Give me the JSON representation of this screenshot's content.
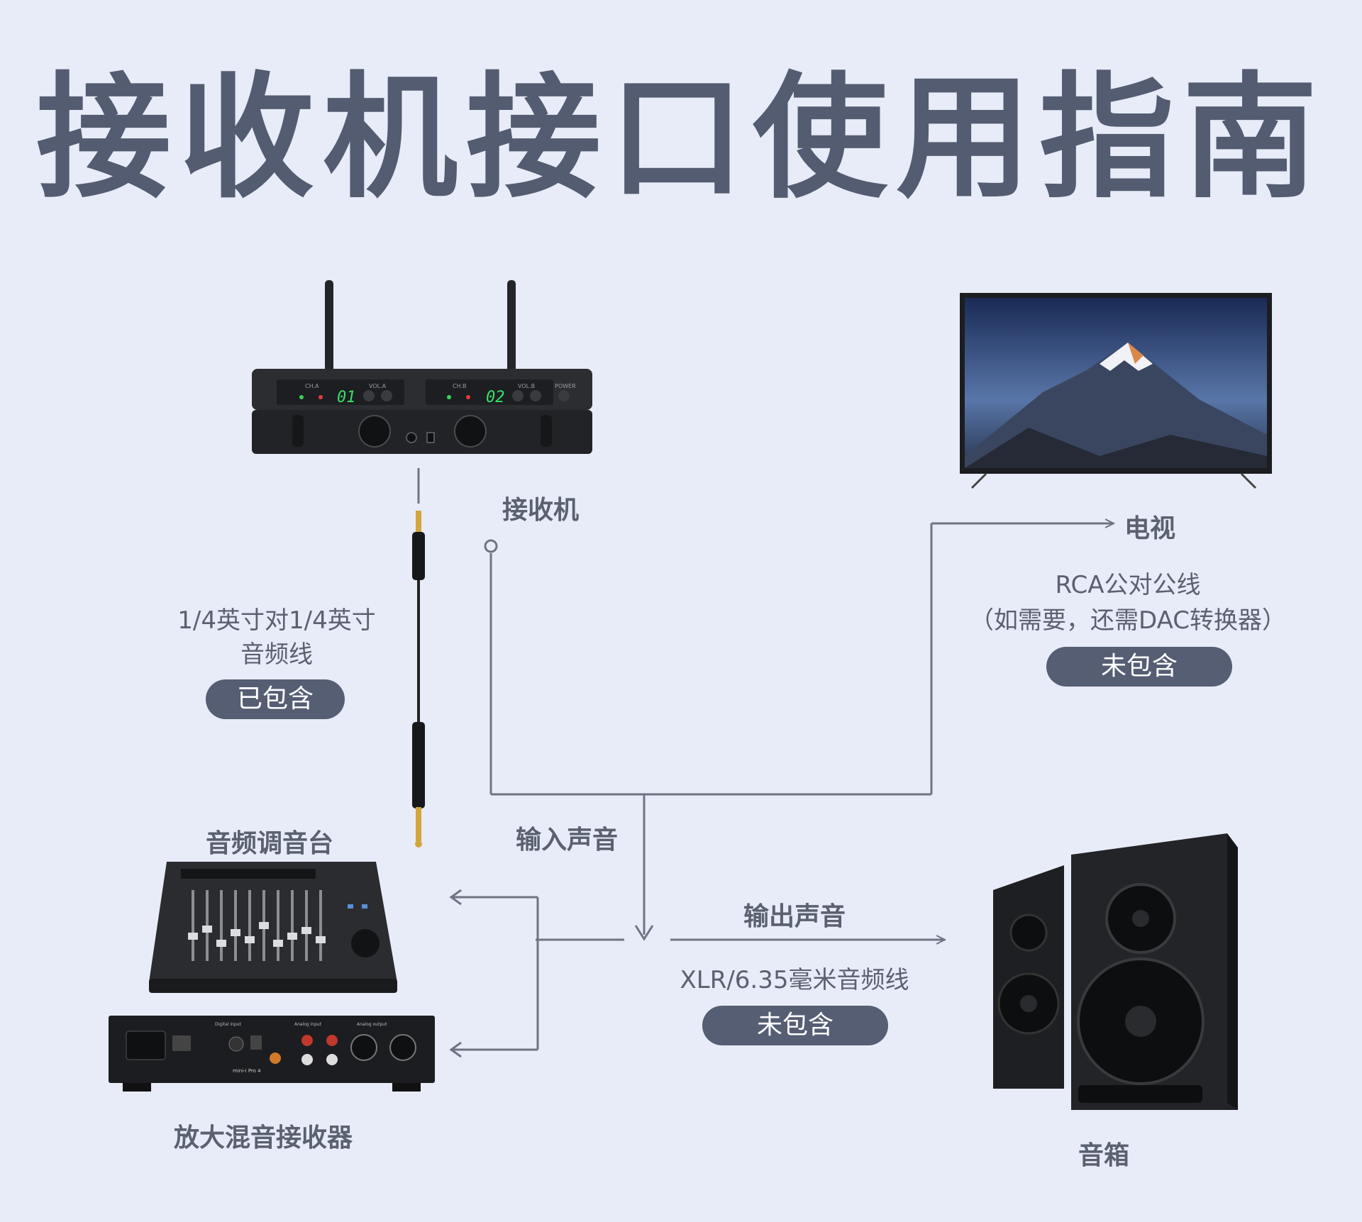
{
  "title": "接收机接口使用指南",
  "devices": {
    "receiver": {
      "label": "接收机",
      "ch_a_display": "01",
      "ch_b_display": "02",
      "ch_a_label": "CH.A",
      "ch_b_label": "CH.B",
      "vol_a_label": "VOL.A",
      "vol_b_label": "VOL.B",
      "power_label": "POWER"
    },
    "tv": {
      "label": "电视"
    },
    "mixer": {
      "label": "音频调音台"
    },
    "amp": {
      "label": "放大混音接收器",
      "section_digital": "Digital input",
      "section_analog_in": "Analog input",
      "section_analog_out": "Analog output",
      "brand": "mini-i Pro 4"
    },
    "speaker": {
      "label": "音箱"
    }
  },
  "cables": {
    "quarter_inch": {
      "line1": "1/4英寸对1/4英寸",
      "line2": "音频线",
      "badge": "已包含"
    },
    "rca": {
      "line1": "RCA公对公线",
      "line2": "（如需要，还需DAC转换器）",
      "badge": "未包含"
    },
    "xlr": {
      "line1": "XLR/6.35毫米音频线",
      "badge": "未包含"
    }
  },
  "flow": {
    "input_label": "输入声音",
    "output_label": "输出声音"
  },
  "colors": {
    "background": "#e8ecf8",
    "title": "#535c70",
    "badge": "#555e73",
    "line": "#6e7482",
    "device": "#2a2b2e"
  }
}
